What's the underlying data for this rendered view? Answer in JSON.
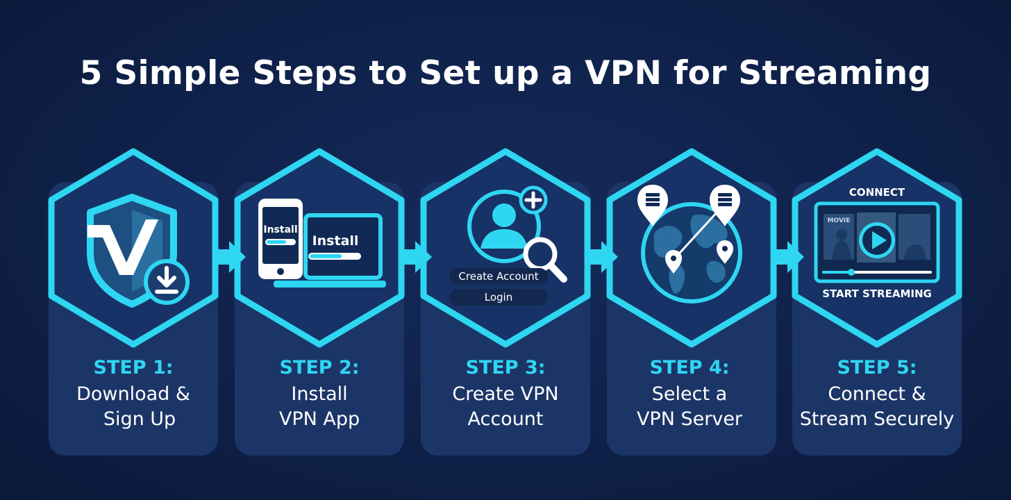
{
  "title": "5 Simple Steps to Set up a VPN for Streaming",
  "colors": {
    "background": "#0f2149",
    "card": "#1c3567",
    "accent": "#2fd6f2",
    "text": "#ffffff"
  },
  "steps": [
    {
      "label": "STEP 1:",
      "desc": [
        "Download &",
        "Sign Up"
      ],
      "icon": "shield-download-icon"
    },
    {
      "label": "STEP 2:",
      "desc": [
        "Install",
        "VPN App"
      ],
      "icon": "install-devices-icon",
      "ui": {
        "phone_install": "Install",
        "laptop_install": "Install"
      }
    },
    {
      "label": "STEP 3:",
      "desc": [
        "Create VPN",
        "Account"
      ],
      "icon": "account-create-icon",
      "ui": {
        "create_account": "Create Account",
        "login": "Login"
      }
    },
    {
      "label": "STEP 4:",
      "desc": [
        "Select a",
        "VPN Server"
      ],
      "icon": "globe-server-icon"
    },
    {
      "label": "STEP 5:",
      "desc": [
        "Connect &",
        "Stream Securely"
      ],
      "icon": "streaming-player-icon",
      "ui": {
        "connect": "CONNECT",
        "start_streaming": "START STREAMING",
        "poster_left": "MOVIE"
      }
    }
  ]
}
